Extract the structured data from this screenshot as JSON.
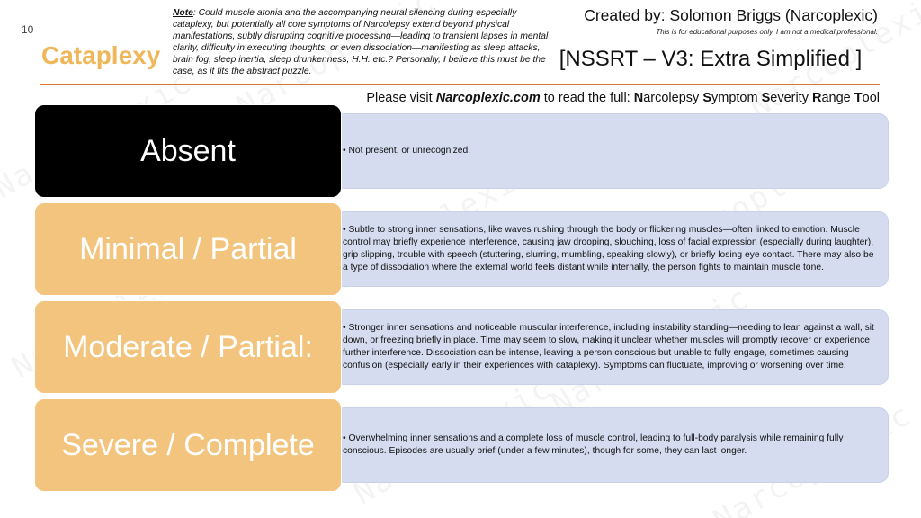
{
  "header": {
    "page_number": "10",
    "title": "Cataplexy",
    "note_label": "Note",
    "note_text": ": Could muscle atonia and the accompanying neural silencing during especially cataplexy, but potentially all core symptoms of Narcolepsy extend beyond physical manifestations, subtly disrupting cognitive processing—leading to transient lapses in mental clarity, difficulty in executing thoughts, or even dissociation—manifesting as sleep attacks, brain fog, sleep inertia, sleep drunkenness, H.H. etc.? Personally, I believe this must be the case, as it fits the abstract puzzle.",
    "creator": "Created by: Solomon Briggs (Narcoplexic)",
    "disclaimer": "This is for educational purposes only.  I am not a medical professional.",
    "tool_tag": "[NSSRT – V3: Extra Simplified ]",
    "visit_prefix": "Please visit ",
    "visit_site": "Narcoplexic.com",
    "visit_middle": " to read the full: ",
    "tool_name": [
      {
        "b": "N",
        "r": "arcolepsy "
      },
      {
        "b": "S",
        "r": "ymptom "
      },
      {
        "b": "S",
        "r": "everity "
      },
      {
        "b": "R",
        "r": "ange "
      },
      {
        "b": "T",
        "r": "ool"
      }
    ]
  },
  "watermark_text": "Narcoplexic",
  "colors": {
    "title": "#f0b65a",
    "rule": "#d97a3d",
    "level_absent": "#000000",
    "level_other": "#f3c47e",
    "description_bg": "#d5dcef"
  },
  "levels": [
    {
      "label": "Absent",
      "description": "• Not present, or unrecognized."
    },
    {
      "label": "Minimal / Partial",
      "description": "• Subtle to strong inner sensations, like waves rushing through the body or flickering muscles—often linked to emotion. Muscle control may briefly experience interference, causing jaw drooping, slouching, loss of facial expression (especially during laughter), grip slipping, trouble with speech (stuttering, slurring, mumbling, speaking slowly), or briefly losing eye contact. There may also be a type of dissociation where the external world feels distant while internally, the person fights to maintain muscle tone."
    },
    {
      "label": "Moderate / Partial:",
      "description": "• Stronger inner sensations and noticeable muscular interference, including instability standing—needing to lean against a wall, sit down, or freezing briefly in place. Time may seem to slow, making it unclear whether muscles will promptly recover or experience further interference. Dissociation can be intense, leaving a person conscious but unable to fully engage, sometimes causing confusion (especially early in their experiences with cataplexy). Symptoms can fluctuate, improving or worsening over time."
    },
    {
      "label": "Severe / Complete",
      "description": "• Overwhelming inner sensations and a complete loss of muscle control, leading to full-body paralysis while remaining fully conscious. Episodes are usually brief (under a few minutes), though for some, they can last longer."
    }
  ]
}
